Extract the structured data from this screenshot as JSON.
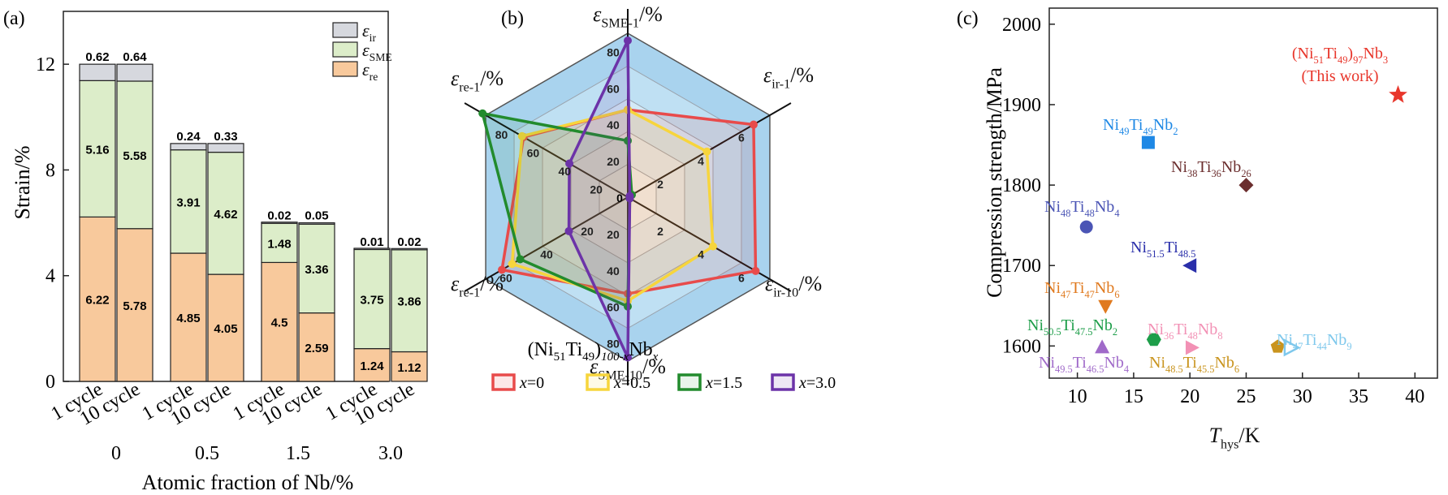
{
  "panels": {
    "a": "(a)",
    "b": "(b)",
    "c": "(c)"
  },
  "chart_data": [
    {
      "type": "bar",
      "ylabel": "Strain/%",
      "xlabel": "Atomic fraction of Nb/%",
      "ylim": [
        0,
        14
      ],
      "yticks": [
        "0",
        "4",
        "8",
        "12"
      ],
      "group_labels": [
        "0",
        "0.5",
        "1.5",
        "3.0"
      ],
      "categories": [
        "1 cycle",
        "10 cycle",
        "1 cycle",
        "10 cycle",
        "1 cycle",
        "10 cycle",
        "1 cycle",
        "10 cycle"
      ],
      "series": [
        {
          "name": "ε_re",
          "color": "#f8c99c",
          "values": [
            6.22,
            5.78,
            4.85,
            4.05,
            4.5,
            2.59,
            1.24,
            1.12
          ]
        },
        {
          "name": "ε_SME",
          "color": "#dcedc9",
          "values": [
            5.16,
            5.58,
            3.91,
            4.62,
            1.48,
            3.36,
            3.75,
            3.86
          ]
        },
        {
          "name": "ε_ir",
          "color": "#d6d8de",
          "values": [
            0.62,
            0.64,
            0.24,
            0.33,
            0.02,
            0.05,
            0.01,
            0.02
          ]
        }
      ],
      "value_labels": {
        "re": [
          "6.22",
          "5.78",
          "4.85",
          "4.05",
          "4.5",
          "2.59",
          "1.24",
          "1.12"
        ],
        "sme": [
          "5.16",
          "5.58",
          "3.91",
          "4.62",
          "1.48",
          "3.36",
          "3.75",
          "3.86"
        ],
        "ir": [
          "0.62",
          "0.64",
          "0.24",
          "0.33",
          "0.02",
          "0.05",
          "0.01",
          "0.02"
        ]
      },
      "legend": {
        "placement": "top-right",
        "entries": [
          {
            "sym": "ε",
            "sub": "ir",
            "color": "#d6d8de"
          },
          {
            "sym": "ε",
            "sub": "SME",
            "color": "#dcedc9"
          },
          {
            "sym": "ε",
            "sub": "re",
            "color": "#f8c99c"
          }
        ]
      }
    },
    {
      "type": "radar",
      "axes": [
        {
          "sym": "ε",
          "sub": "SME-1",
          "unit": "/%",
          "max": 90,
          "ticks": [
            "20",
            "40",
            "60",
            "80"
          ],
          "tick_values": [
            20,
            40,
            60,
            80
          ]
        },
        {
          "sym": "ε",
          "sub": "ir-1",
          "unit": "/%",
          "max": 7,
          "ticks": [
            "2",
            "4",
            "6"
          ],
          "tick_values": [
            2,
            4,
            6
          ]
        },
        {
          "sym": "ε",
          "sub": "ir-10",
          "unit": "/%",
          "max": 7,
          "ticks": [
            "2",
            "4",
            "6"
          ],
          "tick_values": [
            2,
            4,
            6
          ]
        },
        {
          "sym": "ε",
          "sub": "SME-10",
          "unit": "/%",
          "max": 90,
          "ticks": [
            "20",
            "40",
            "60",
            "80"
          ],
          "tick_values": [
            20,
            40,
            60,
            80
          ]
        },
        {
          "sym": "ε",
          "sub": "re-1",
          "unit": "/%",
          "max": 70,
          "ticks": [
            "20",
            "40",
            "60"
          ],
          "tick_values": [
            20,
            40,
            60
          ]
        },
        {
          "sym": "ε",
          "sub": "re-1",
          "unit": "/%",
          "max": 90,
          "ticks": [
            "20",
            "40",
            "60",
            "80"
          ],
          "tick_values": [
            20,
            40,
            60,
            80
          ]
        }
      ],
      "center_label": "0",
      "series": [
        {
          "name": "x=0",
          "color": "#e84b4b",
          "fill": "rgba(232,75,75,0.13)",
          "values": [
            48,
            6.2,
            6.3,
            53,
            62,
            66
          ]
        },
        {
          "name": "x=0.5",
          "color": "#f7d53c",
          "fill": "rgba(247,213,60,0.12)",
          "values": [
            48,
            3.9,
            4.2,
            57,
            57,
            67
          ]
        },
        {
          "name": "x=1.5",
          "color": "#228b2d",
          "fill": "rgba(34,139,45,0.10)",
          "values": [
            31,
            0.2,
            0.1,
            60,
            53,
            92
          ]
        },
        {
          "name": "x=3.0",
          "color": "#6c33a8",
          "fill": "rgba(108,51,168,0.12)",
          "values": [
            86,
            0.1,
            0.1,
            88,
            29,
            37
          ]
        }
      ],
      "legend": {
        "title_parts": [
          "(Ni",
          "51",
          "Ti",
          "49",
          ")",
          "100-x",
          "Nb",
          "x"
        ],
        "entries": [
          "x=0",
          "x=0.5",
          "x=1.5",
          "x=3.0"
        ]
      }
    },
    {
      "type": "scatter",
      "xlabel_sym": "T",
      "xlabel_sub": "hys",
      "xlabel_unit": "/K",
      "ylabel": "Compression strength/MPa",
      "xlim": [
        7.5,
        42
      ],
      "ylim": [
        1560,
        2020
      ],
      "xticks": [
        "10",
        "15",
        "20",
        "25",
        "30",
        "35",
        "40"
      ],
      "xtick_values": [
        10,
        15,
        20,
        25,
        30,
        35,
        40
      ],
      "yticks": [
        "1600",
        "1700",
        "1800",
        "1900",
        "2000"
      ],
      "ytick_values": [
        1600,
        1700,
        1800,
        1900,
        2000
      ],
      "points": [
        {
          "x": 38.5,
          "y": 1912,
          "marker": "star",
          "color": "#e8362b",
          "label": [
            [
              "(Ni",
              ""
            ],
            [
              "51",
              "sub"
            ],
            [
              "Ti",
              ""
            ],
            [
              "49",
              "sub"
            ],
            [
              ")",
              ""
            ],
            [
              "97",
              "sub"
            ],
            [
              "Nb",
              ""
            ],
            [
              "3",
              "sub"
            ]
          ],
          "label2": "(This work)"
        },
        {
          "x": 16.3,
          "y": 1853,
          "marker": "square",
          "color": "#1e88e5",
          "label": [
            [
              "Ni",
              ""
            ],
            [
              "49",
              "sub"
            ],
            [
              "Ti",
              ""
            ],
            [
              "49",
              "sub"
            ],
            [
              "Nb",
              ""
            ],
            [
              "2",
              "sub"
            ]
          ]
        },
        {
          "x": 25.0,
          "y": 1800,
          "marker": "diamond",
          "color": "#6b2e2e",
          "label": [
            [
              "Ni",
              ""
            ],
            [
              "38",
              "sub"
            ],
            [
              "Ti",
              ""
            ],
            [
              "36",
              "sub"
            ],
            [
              "Nb",
              ""
            ],
            [
              "26",
              "sub"
            ]
          ]
        },
        {
          "x": 10.8,
          "y": 1748,
          "marker": "circle",
          "color": "#4b55b5",
          "label": [
            [
              "Ni",
              ""
            ],
            [
              "48",
              "sub"
            ],
            [
              "Ti",
              ""
            ],
            [
              "48",
              "sub"
            ],
            [
              "Nb",
              ""
            ],
            [
              "4",
              "sub"
            ]
          ]
        },
        {
          "x": 20.0,
          "y": 1700,
          "marker": "triangle-left",
          "color": "#2a2faa",
          "label": [
            [
              "Ni",
              ""
            ],
            [
              "51.5",
              "sub"
            ],
            [
              "Ti",
              ""
            ],
            [
              "48.5",
              "sub"
            ]
          ]
        },
        {
          "x": 12.5,
          "y": 1649,
          "marker": "triangle-down",
          "color": "#e07a1f",
          "label": [
            [
              "Ni",
              ""
            ],
            [
              "47",
              "sub"
            ],
            [
              "Ti",
              ""
            ],
            [
              "47",
              "sub"
            ],
            [
              "Nb",
              ""
            ],
            [
              "6",
              "sub"
            ]
          ]
        },
        {
          "x": 16.8,
          "y": 1608,
          "marker": "hexagon",
          "color": "#1e9e4a",
          "label": [
            [
              "Ni",
              ""
            ],
            [
              "50.5",
              "sub"
            ],
            [
              "Ti",
              ""
            ],
            [
              "47.5",
              "sub"
            ],
            [
              "Nb",
              ""
            ],
            [
              "2",
              "sub"
            ]
          ]
        },
        {
          "x": 20.2,
          "y": 1598,
          "marker": "triangle-right",
          "color": "#f291b5",
          "label": [
            [
              "Ni",
              ""
            ],
            [
              "36",
              "sub"
            ],
            [
              "Ti",
              ""
            ],
            [
              "48",
              "sub"
            ],
            [
              "Nb",
              ""
            ],
            [
              "8",
              "sub"
            ]
          ]
        },
        {
          "x": 12.2,
          "y": 1599,
          "marker": "triangle-up",
          "color": "#a06ac9",
          "label": [
            [
              "Ni",
              ""
            ],
            [
              "49.5",
              "sub"
            ],
            [
              "Ti",
              ""
            ],
            [
              "46.5",
              "sub"
            ],
            [
              "Nb",
              ""
            ],
            [
              "4",
              "sub"
            ]
          ]
        },
        {
          "x": 27.8,
          "y": 1599,
          "marker": "pentagon",
          "color": "#c9941e",
          "label": [
            [
              "Ni",
              ""
            ],
            [
              "48.5",
              "sub"
            ],
            [
              "Ti",
              ""
            ],
            [
              "45.5",
              "sub"
            ],
            [
              "Nb",
              ""
            ],
            [
              "6",
              "sub"
            ]
          ]
        },
        {
          "x": 29.0,
          "y": 1598,
          "marker": "triangle-right-open",
          "color": "#7ec8ec",
          "label": [
            [
              "Ni",
              ""
            ],
            [
              "47",
              "sub"
            ],
            [
              "Ti",
              ""
            ],
            [
              "44",
              "sub"
            ],
            [
              "Nb",
              ""
            ],
            [
              "9",
              "sub"
            ]
          ]
        }
      ]
    }
  ]
}
